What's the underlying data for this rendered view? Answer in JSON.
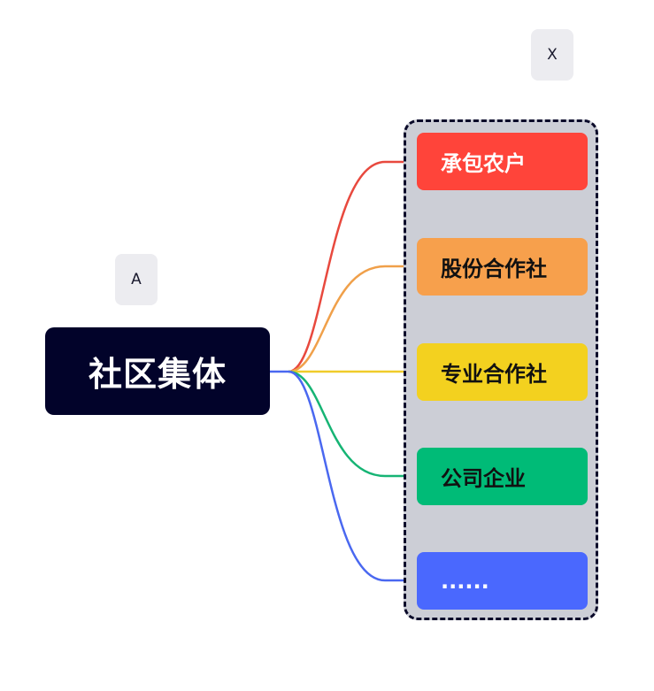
{
  "labels": {
    "x": "X",
    "a": "A"
  },
  "root": {
    "text": "社区集体",
    "color": "#02032a",
    "text_color": "#ffffff"
  },
  "group": {
    "fill": "#ccced6",
    "border_color": "#0a0a2a"
  },
  "children": [
    {
      "text": "承包农户",
      "color": "#ff443a",
      "text_color": "#ffffff",
      "line_color": "#e8493e"
    },
    {
      "text": "股份合作社",
      "color": "#f7a04c",
      "text_color": "#111111",
      "line_color": "#f0a04a"
    },
    {
      "text": "专业合作社",
      "color": "#f3d11f",
      "text_color": "#111111",
      "line_color": "#f0cc2a"
    },
    {
      "text": "公司企业",
      "color": "#00bb77",
      "text_color": "#111111",
      "line_color": "#16b474"
    },
    {
      "text": "......",
      "color": "#4a68fe",
      "text_color": "#ffffff",
      "line_color": "#4a68f0"
    }
  ]
}
